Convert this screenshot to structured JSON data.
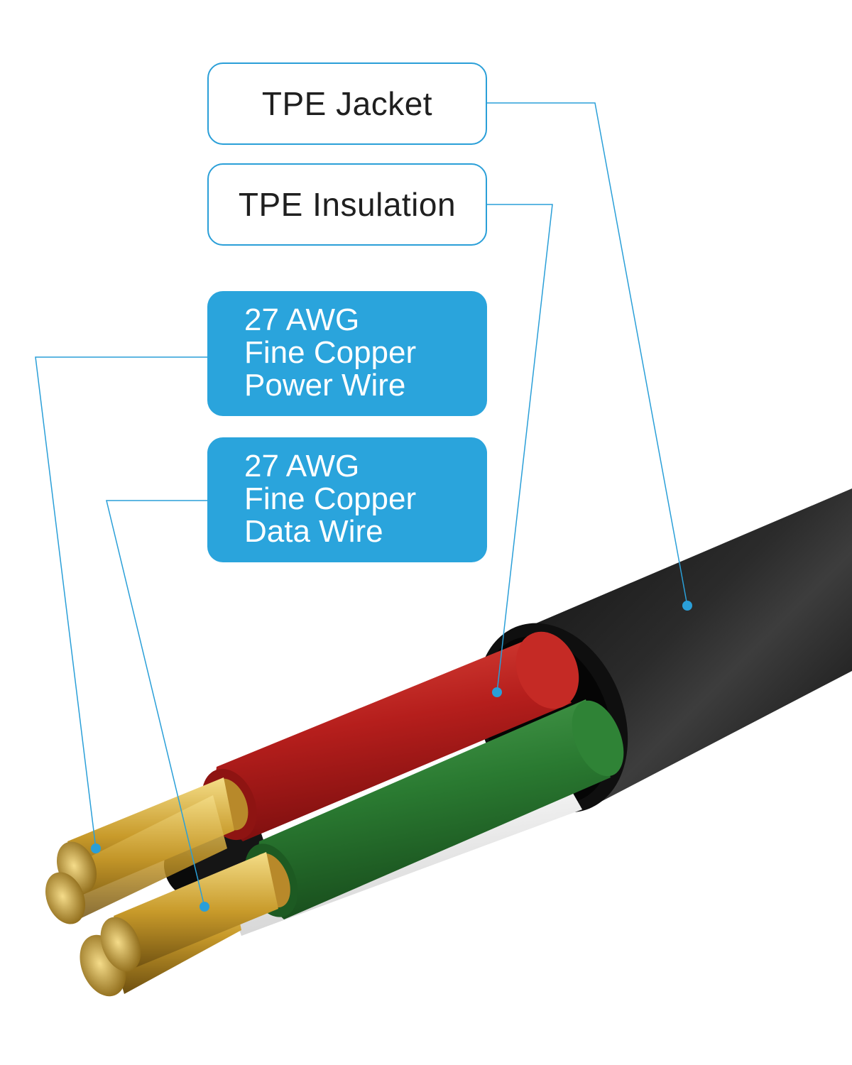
{
  "labels": {
    "jacket": "TPE Jacket",
    "insulation": "TPE Insulation",
    "power_wire": [
      "27 AWG",
      "Fine Copper",
      "Power Wire"
    ],
    "data_wire": [
      "27 AWG",
      "Fine Copper",
      "Data Wire"
    ]
  },
  "colors": {
    "accent": "#2aa4dc",
    "jacket": "#1b1b1b",
    "red_insulation": "#b3201f",
    "green_insulation": "#2a7a31",
    "white_insulation": "#f2f2f2",
    "copper": "#d4ac3a"
  }
}
